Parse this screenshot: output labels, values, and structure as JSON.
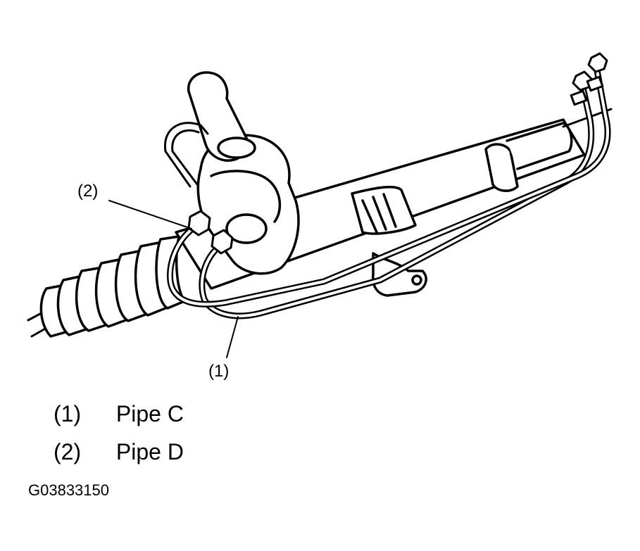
{
  "callouts": [
    {
      "label": "(2)"
    },
    {
      "label": "(1)"
    }
  ],
  "legend": [
    {
      "num": "(1)",
      "text": "Pipe C"
    },
    {
      "num": "(2)",
      "text": "Pipe D"
    }
  ],
  "figure_id": "G03833150",
  "colors": {
    "ink": "#000000",
    "paper": "#ffffff"
  }
}
